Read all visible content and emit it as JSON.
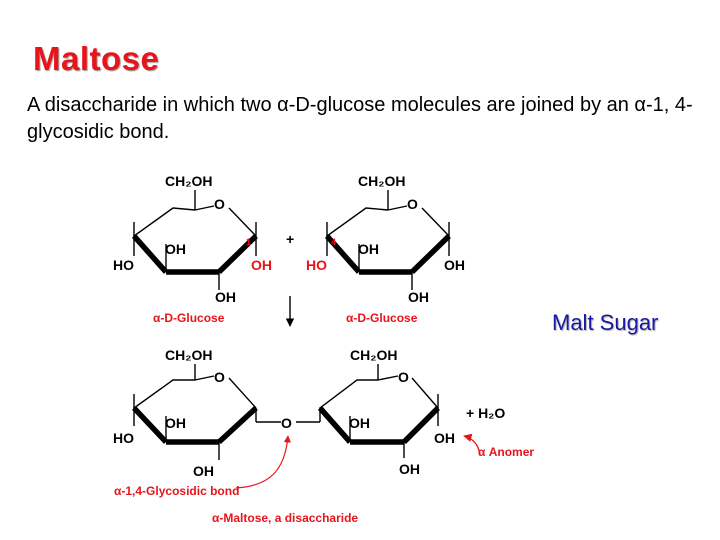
{
  "title": "Maltose",
  "description": "A disaccharide in which two α-D-glucose molecules are joined by an α-1, 4-glycosidic bond.",
  "aside_label": "Malt Sugar",
  "reaction": {
    "reactant_left_name": "α-D-Glucose",
    "reactant_right_name": "α-D-Glucose",
    "plus_sign": "+",
    "carbon_label_1": "1",
    "carbon_label_4": "4",
    "byproduct": "+ H₂O",
    "anomer_label": "α Anomer",
    "bond_label": "α-1,4-Glycosidic bond",
    "product_name": "α-Maltose, a disaccharide"
  },
  "atoms": {
    "ch2oh": "CH₂OH",
    "ring_oxygen": "O",
    "bridge_oxygen": "O",
    "hydroxyl_right": "OH",
    "hydroxyl_left": "HO"
  },
  "colors": {
    "title": "#e8141b",
    "aside": "#1a1aa0",
    "annotation": "#e8141b"
  }
}
